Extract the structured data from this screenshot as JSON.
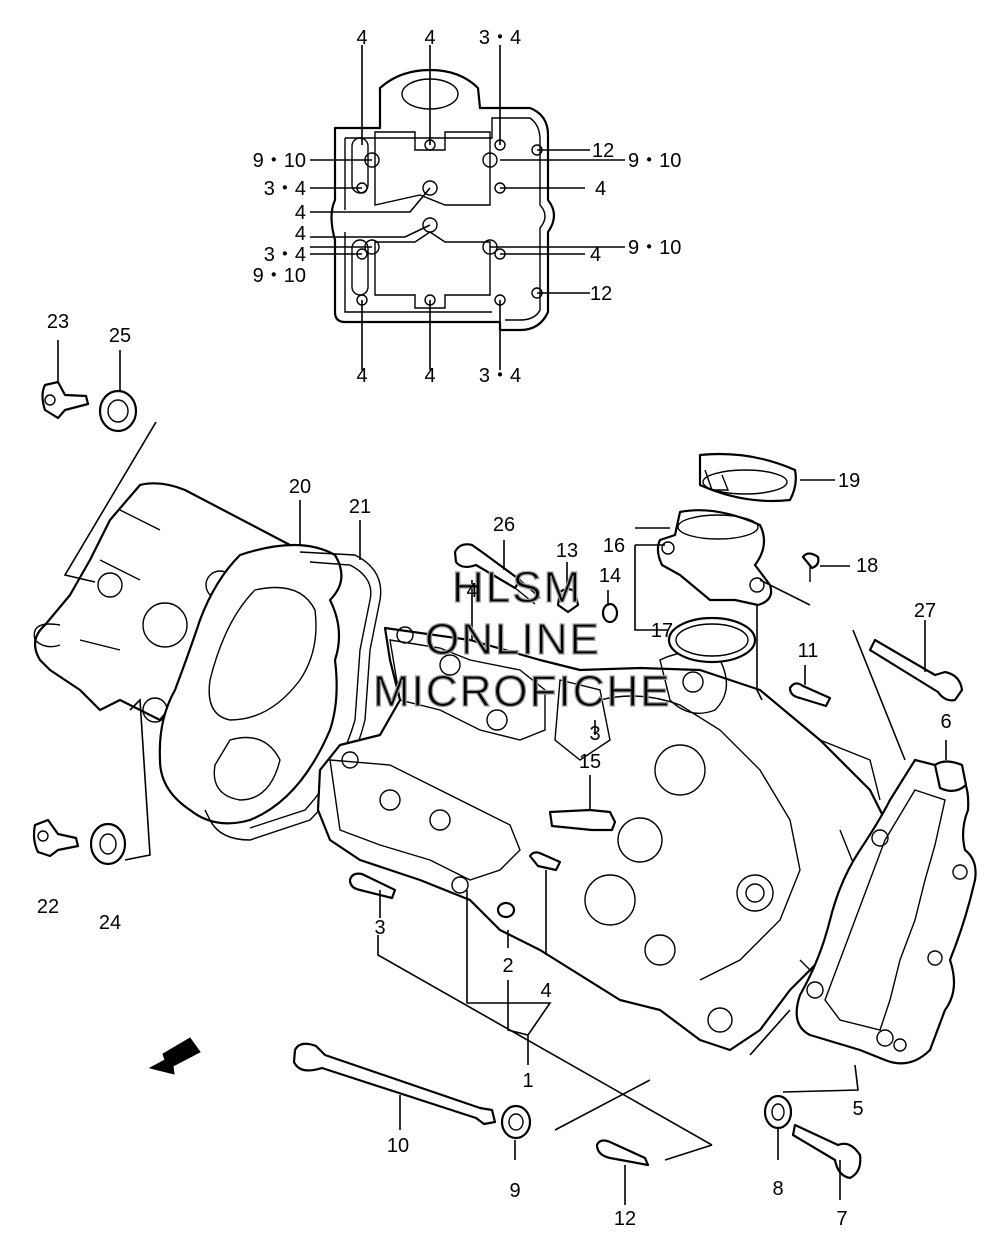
{
  "callouts": [
    {
      "id": "top-4-a",
      "text": "4"
    },
    {
      "id": "top-4-b",
      "text": "4"
    },
    {
      "id": "top-34-a",
      "text": "3・4"
    },
    {
      "id": "top-910-l1",
      "text": "9・10"
    },
    {
      "id": "top-12-a",
      "text": "12"
    },
    {
      "id": "top-910-r1",
      "text": "9・10"
    },
    {
      "id": "top-34-b",
      "text": "3・4"
    },
    {
      "id": "top-4-c",
      "text": "4"
    },
    {
      "id": "top-4-d",
      "text": "4"
    },
    {
      "id": "top-4-e",
      "text": "4"
    },
    {
      "id": "top-34-c",
      "text": "3・4"
    },
    {
      "id": "top-4-f",
      "text": "4"
    },
    {
      "id": "top-910-l2",
      "text": "9・10"
    },
    {
      "id": "top-910-r2",
      "text": "9・10"
    },
    {
      "id": "top-12-b",
      "text": "12"
    },
    {
      "id": "top-4-g",
      "text": "4"
    },
    {
      "id": "top-4-h",
      "text": "4"
    },
    {
      "id": "top-34-d",
      "text": "3・4"
    },
    {
      "id": "p23",
      "text": "23"
    },
    {
      "id": "p25",
      "text": "25"
    },
    {
      "id": "p20",
      "text": "20"
    },
    {
      "id": "p21",
      "text": "21"
    },
    {
      "id": "p26",
      "text": "26"
    },
    {
      "id": "p13",
      "text": "13"
    },
    {
      "id": "p4a",
      "text": "4"
    },
    {
      "id": "p14",
      "text": "14"
    },
    {
      "id": "p16",
      "text": "16"
    },
    {
      "id": "p17",
      "text": "17"
    },
    {
      "id": "p19",
      "text": "19"
    },
    {
      "id": "p18",
      "text": "18"
    },
    {
      "id": "p27",
      "text": "27"
    },
    {
      "id": "p11",
      "text": "11"
    },
    {
      "id": "p6",
      "text": "6"
    },
    {
      "id": "p3a",
      "text": "3"
    },
    {
      "id": "p15",
      "text": "15"
    },
    {
      "id": "p22",
      "text": "22"
    },
    {
      "id": "p24",
      "text": "24"
    },
    {
      "id": "p3b",
      "text": "3"
    },
    {
      "id": "p2",
      "text": "2"
    },
    {
      "id": "p4b",
      "text": "4"
    },
    {
      "id": "p1",
      "text": "1"
    },
    {
      "id": "p5",
      "text": "5"
    },
    {
      "id": "p10",
      "text": "10"
    },
    {
      "id": "p9",
      "text": "9"
    },
    {
      "id": "p12",
      "text": "12"
    },
    {
      "id": "p8",
      "text": "8"
    },
    {
      "id": "p7",
      "text": "7"
    }
  ],
  "watermark": [
    "HLSM",
    "ONLINE",
    "MICROFICHE"
  ],
  "fwd_label": "FWD",
  "colors": {
    "line": "#000000",
    "background": "#ffffff",
    "watermark": "#9a9a9a"
  }
}
